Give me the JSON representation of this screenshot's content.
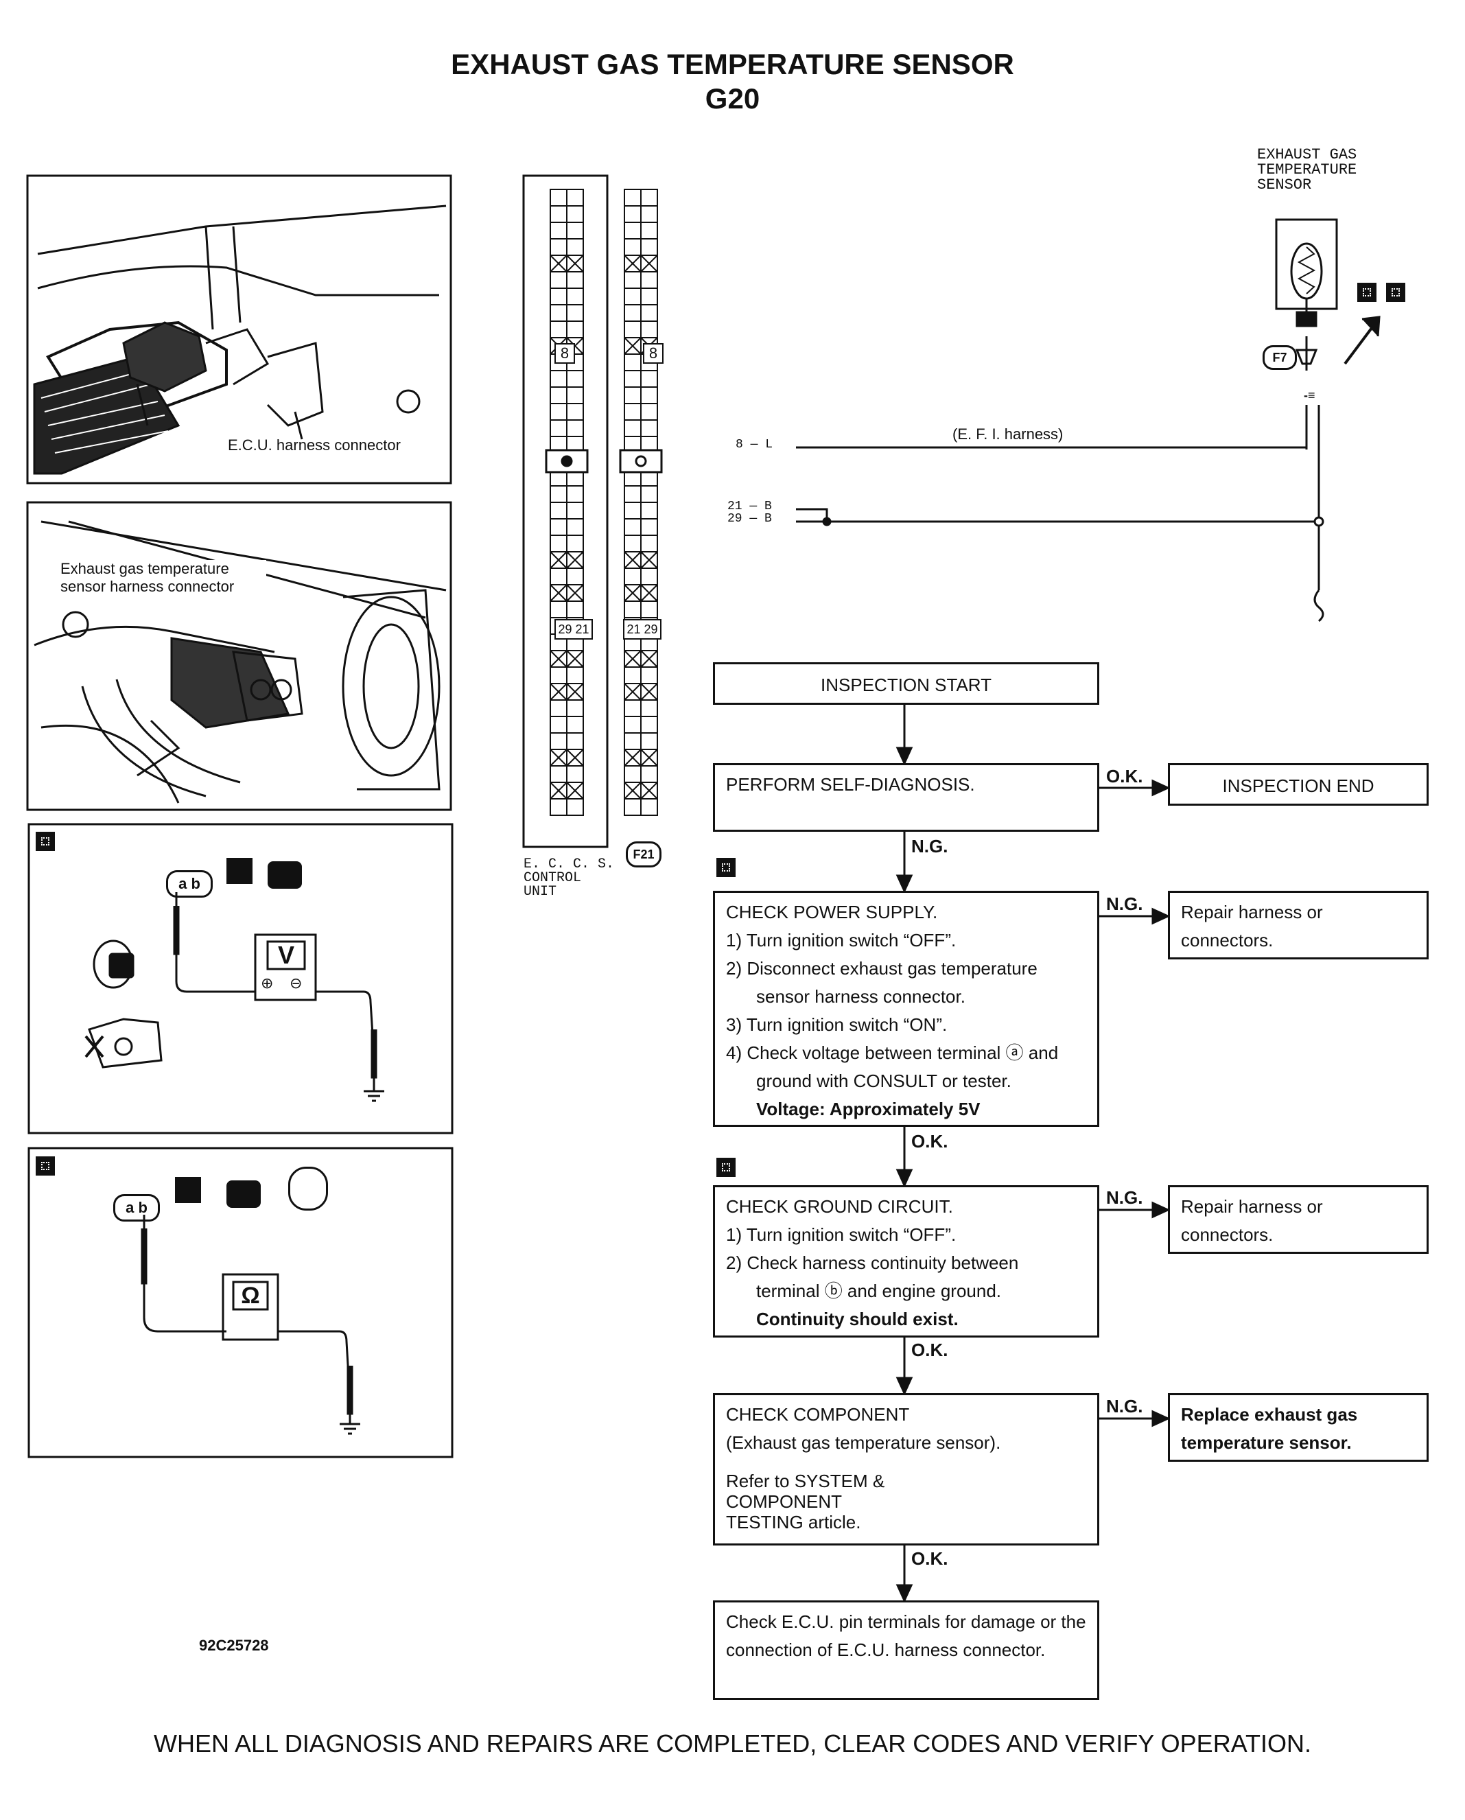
{
  "title": "EXHAUST GAS TEMPERATURE SENSOR",
  "subtitle": "G20",
  "photo1": {
    "callout": "E.C.U. harness connector"
  },
  "photo2": {
    "callout": "Exhaust gas temperature sensor harness connector"
  },
  "tester_v": {
    "meter_symbol": "V",
    "plus": "⊕",
    "minus": "⊖",
    "connector_pins": "a b"
  },
  "tester_ohm": {
    "meter_symbol": "Ω",
    "connector_pins": "a b"
  },
  "ecu": {
    "label": "E. C. C. S. CONTROL UNIT",
    "connector_tag": "F21",
    "pin_8": "8",
    "pins_pair_left": "29 21",
    "pins_pair_right": "21 29"
  },
  "schematic": {
    "sensor_label": "EXHAUST GAS TEMPERATURE SENSOR",
    "connector_tag": "F7",
    "terminal_mark": "-≡",
    "harness_label": "(E. F. I.  harness)",
    "wire_8": "8 — L",
    "wire_21": "21 — B",
    "wire_29": "29 — B"
  },
  "flowchart": {
    "start": "INSPECTION START",
    "self_diag": "PERFORM SELF-DIAGNOSIS.",
    "end": "INSPECTION END",
    "ok": "O.K.",
    "ng": "N.G.",
    "power": {
      "head": "CHECK POWER SUPPLY.",
      "steps": [
        "1) Turn ignition switch “OFF”.",
        "2) Disconnect exhaust gas temperature sensor harness connector.",
        "3) Turn ignition switch “ON”.",
        "4) Check voltage between terminal ⓐ and ground with CONSULT or tester."
      ],
      "spec": "Voltage: Approximately 5V"
    },
    "ground": {
      "head": "CHECK GROUND CIRCUIT.",
      "steps": [
        "1) Turn ignition switch “OFF”.",
        "2) Check harness continuity between terminal ⓑ and engine ground."
      ],
      "spec": "Continuity should exist."
    },
    "component": {
      "head": "CHECK COMPONENT",
      "sub": "(Exhaust gas temperature sensor).",
      "ref": "Refer to SYSTEM & COMPONENT TESTING article."
    },
    "repair1": "Repair harness or connectors.",
    "repair2": "Repair harness or connectors.",
    "replace": "Replace exhaust gas temperature sensor.",
    "final": "Check E.C.U. pin terminals for damage or the connection of E.C.U. harness connector."
  },
  "figure_id": "92C25728",
  "footer": "WHEN ALL DIAGNOSIS AND REPAIRS ARE COMPLETED, CLEAR CODES AND VERIFY OPERATION."
}
